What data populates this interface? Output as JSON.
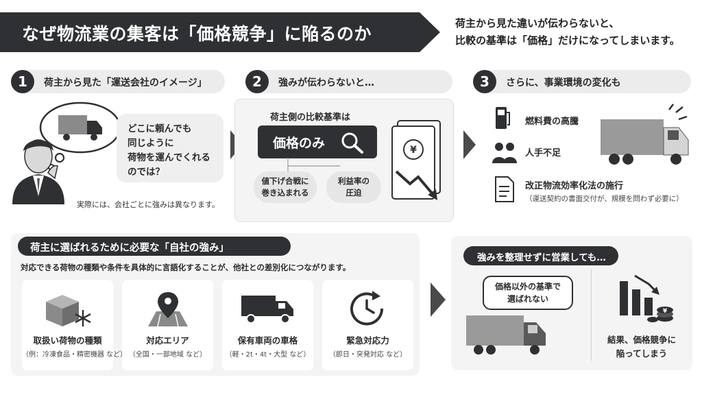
{
  "header": {
    "title": "なぜ物流業の集客は「価格競争」に陥るのか",
    "subtitle_line1": "荷主から見た違いが伝わらないと、",
    "subtitle_line2": "比較の基準は「価格」だけになってしまいます。"
  },
  "section1": {
    "number": "1",
    "heading": "荷主から見た「運送会社のイメージ」",
    "thought_line1": "どこに頼んでも",
    "thought_line2": "同じように",
    "thought_line3": "荷物を運んでくれる",
    "thought_line4": "のでは？",
    "note": "実際には、会社ごとに強みは異なります。"
  },
  "section2": {
    "number": "2",
    "heading": "強みが伝わらないと…",
    "panel_title": "荷主側の比較基準は",
    "criteria": "価格のみ",
    "effect1_line1": "値下げ合戦に",
    "effect1_line2": "巻き込まれる",
    "effect2_line1": "利益率の",
    "effect2_line2": "圧迫",
    "yen_symbol": "¥"
  },
  "section3": {
    "number": "3",
    "heading": "さらに、事業環境の変化も",
    "item1": "燃料費の高騰",
    "item2": "人手不足",
    "item3": "改正物流効率化法の施行",
    "item3_sub": "（運送契約の書面交付が、規模を問わず必要に）"
  },
  "strengths": {
    "heading": "荷主に選ばれるために必要な「自社の強み」",
    "description": "対応できる荷物の種類や条件を具体的に言語化することが、他社との差別化につながります。",
    "cards": [
      {
        "label": "取扱い荷物の種類",
        "sub": "（例：冷凍食品・精密機器 など）"
      },
      {
        "label": "対応エリア",
        "sub": "（全国・一部地域 など）"
      },
      {
        "label": "保有車両の車格",
        "sub": "（軽・2t・4t・大型 など）"
      },
      {
        "label": "緊急対応力",
        "sub": "（即日・突発対応 など）"
      }
    ]
  },
  "outcome": {
    "heading": "強みを整理せずに営業しても…",
    "bubble_line1": "価格以外の基準で",
    "bubble_line2": "選ばれない",
    "result_line1": "結果、価格競争に",
    "result_line2": "陥ってしまう",
    "yen_symbol": "¥"
  },
  "colors": {
    "dark": "#2f3033",
    "light_bg": "#f4f4f4",
    "pill_bg": "#ececec"
  }
}
